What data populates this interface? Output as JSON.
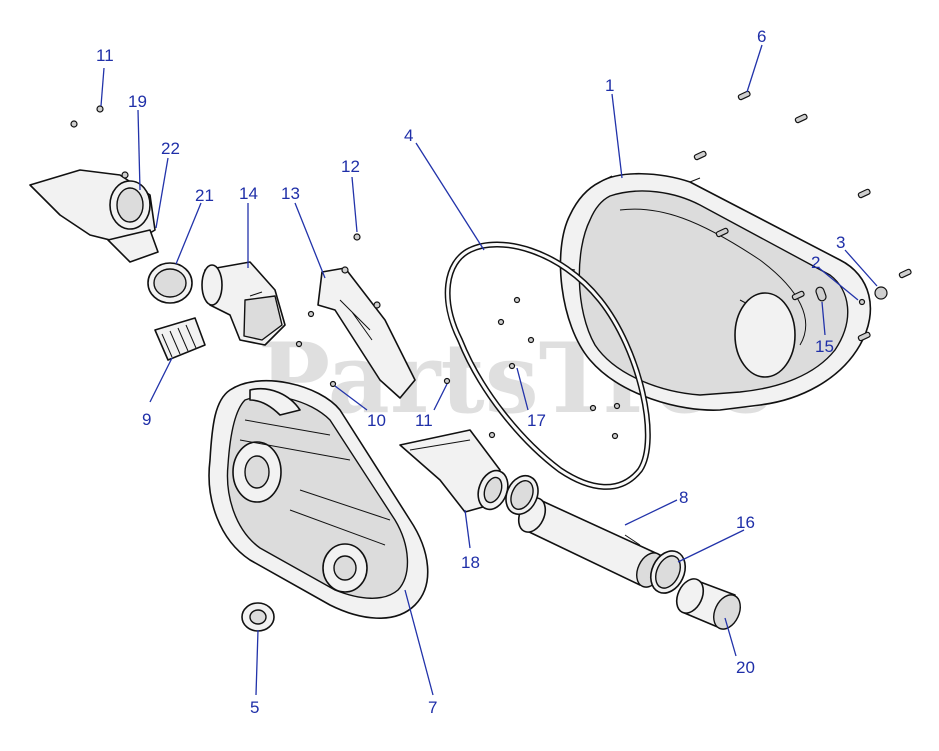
{
  "diagram": {
    "watermark": "PartsTree",
    "watermark_mark": "TM",
    "callouts": [
      {
        "id": "c1",
        "label": "1"
      },
      {
        "id": "c2",
        "label": "2"
      },
      {
        "id": "c3",
        "label": "3"
      },
      {
        "id": "c4",
        "label": "4"
      },
      {
        "id": "c5",
        "label": "5"
      },
      {
        "id": "c6",
        "label": "6"
      },
      {
        "id": "c7",
        "label": "7"
      },
      {
        "id": "c8",
        "label": "8"
      },
      {
        "id": "c9",
        "label": "9"
      },
      {
        "id": "c10",
        "label": "10"
      },
      {
        "id": "c11a",
        "label": "11"
      },
      {
        "id": "c11b",
        "label": "11"
      },
      {
        "id": "c12",
        "label": "12"
      },
      {
        "id": "c13",
        "label": "13"
      },
      {
        "id": "c14",
        "label": "14"
      },
      {
        "id": "c15",
        "label": "15"
      },
      {
        "id": "c16",
        "label": "16"
      },
      {
        "id": "c17",
        "label": "17"
      },
      {
        "id": "c18",
        "label": "18"
      },
      {
        "id": "c19",
        "label": "19"
      },
      {
        "id": "c20",
        "label": "20"
      },
      {
        "id": "c21",
        "label": "21"
      },
      {
        "id": "c22",
        "label": "22"
      }
    ],
    "colors": {
      "callout": "#1f2fa8",
      "outline": "#111111",
      "fill": "#f2f2f2"
    }
  }
}
